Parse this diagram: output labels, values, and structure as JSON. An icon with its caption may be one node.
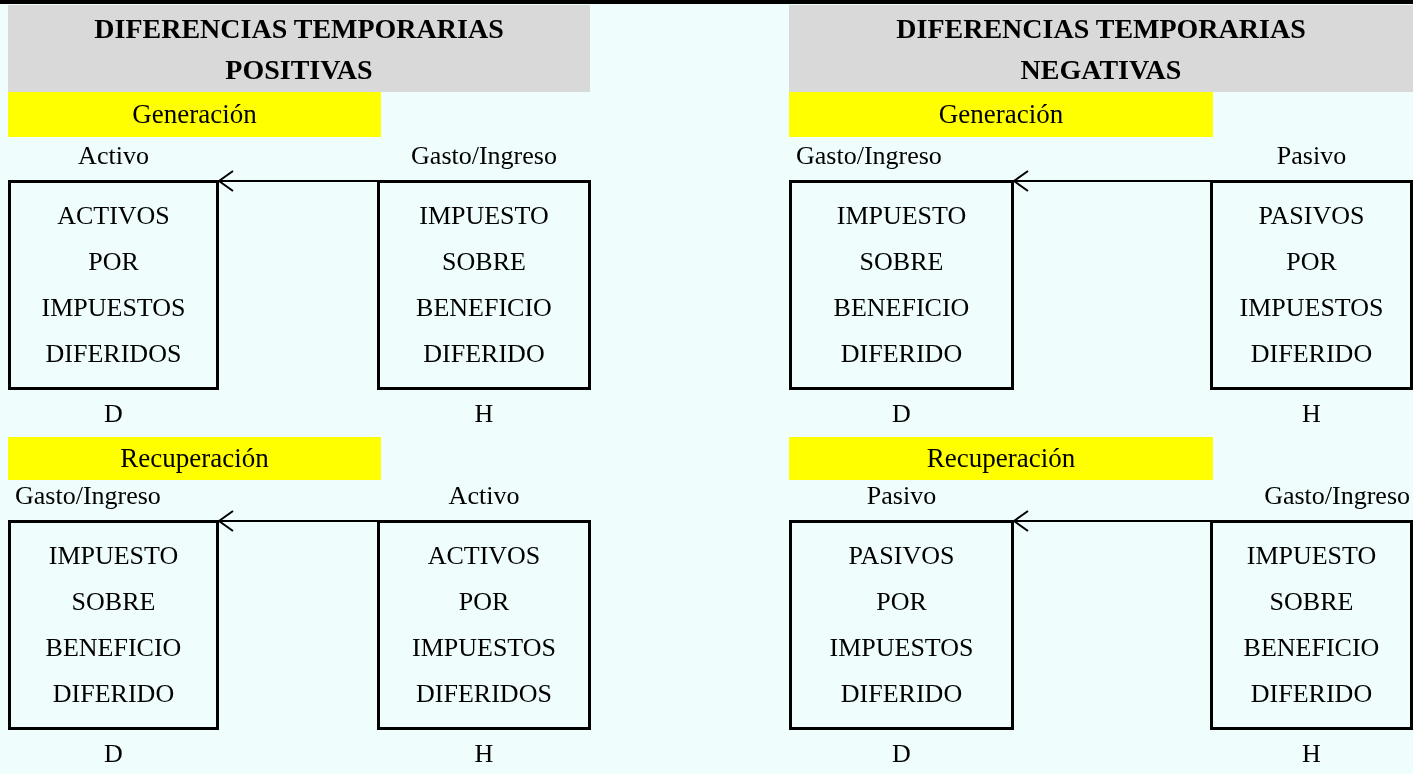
{
  "diagram": {
    "nodes": [
      {
        "text": [
          "DIFERENCIAS TEMPORARIAS POSITIVAS"
        ]
      },
      {
        "text": [
          "DIFERENCIAS TEMPORARIAS NEGATIVAS"
        ]
      },
      {
        "text": [
          "Generación"
        ]
      },
      {
        "text": [
          "Generación"
        ]
      },
      {
        "text": [
          "Activo",
          "ACTIVOS POR IMPUESTOS DIFERIDOS"
        ],
        "beside": [
          "D"
        ]
      },
      {
        "text": [
          "Gasto/Ingreso",
          "IMPUESTO SOBRE BENEFICIO DIFERIDO"
        ],
        "beside": [
          "H"
        ]
      },
      {
        "text": [
          "Gasto/Ingreso",
          "IMPUESTO SOBRE BENEFICIO DIFERIDO"
        ],
        "beside": [
          "D"
        ]
      },
      {
        "text": [
          "Pasivo",
          "PASIVOS POR IMPUESTOS DIFERIDO"
        ],
        "beside": [
          "H"
        ]
      },
      {
        "text": [
          "Recuperación"
        ]
      },
      {
        "text": [
          "Recuperación"
        ]
      },
      {
        "text": [
          "Gasto/Ingreso",
          "IMPUESTO SOBRE BENEFICIO DIFERIDO"
        ],
        "beside": [
          "D"
        ]
      },
      {
        "text": [
          "Activo",
          "ACTIVOS POR IMPUESTOS DIFERIDOS"
        ],
        "beside": [
          "H"
        ]
      },
      {
        "text": [
          "Pasivo",
          "PASIVOS POR IMPUESTOS DIFERIDO"
        ],
        "beside": [
          "D"
        ]
      },
      {
        "text": [
          "Gasto/Ingreso",
          "IMPUESTO SOBRE BENEFICIO DIFERIDO"
        ],
        "beside": [
          "H"
        ]
      }
    ],
    "edges": [
      {
        "from": 5,
        "to": 4,
        "arrow": "to"
      },
      {
        "from": 7,
        "to": 6,
        "arrow": "to"
      },
      {
        "from": 11,
        "to": 10,
        "arrow": "to"
      },
      {
        "from": 13,
        "to": 12,
        "arrow": "to"
      }
    ]
  }
}
